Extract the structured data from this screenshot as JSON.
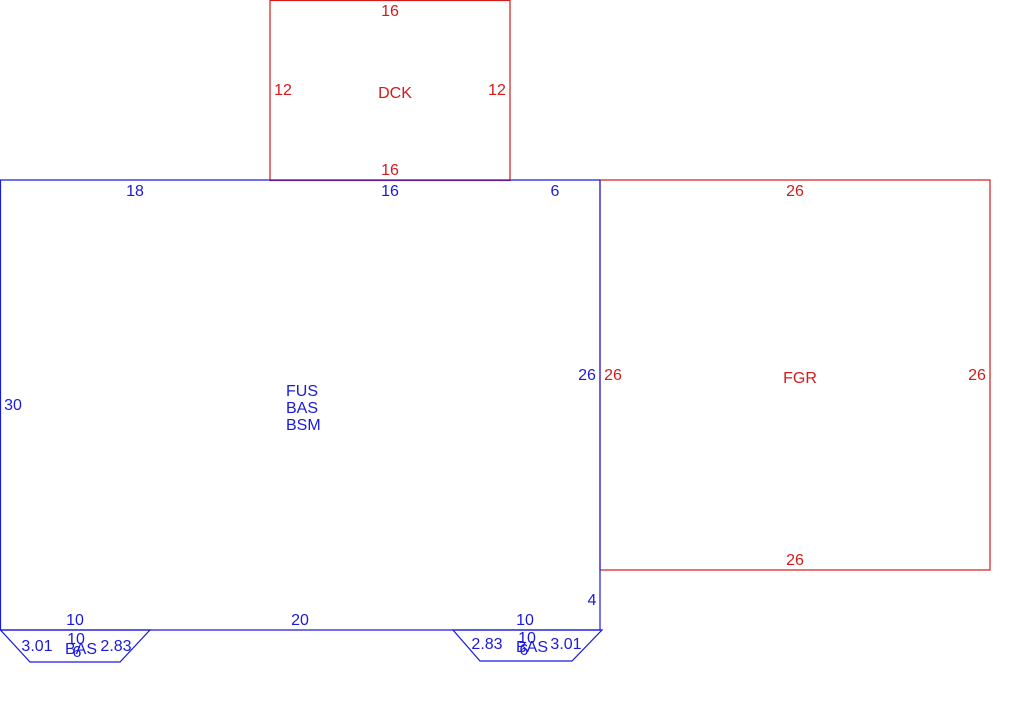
{
  "colors": {
    "main": "#1a1adb",
    "aux": "#d41a1a",
    "background": "#ffffff"
  },
  "deck": {
    "name": "DCK",
    "top": "16",
    "left": "12",
    "right": "12",
    "bottom": "16"
  },
  "main_area": {
    "names": [
      "FUS",
      "BAS",
      "BSM"
    ],
    "top_left": "18",
    "top_mid": "16",
    "top_right": "6",
    "left": "30",
    "right": "26",
    "bottom_left": "10",
    "bottom_mid": "20",
    "bottom_right": "10",
    "notch": "4"
  },
  "garage": {
    "name": "FGR",
    "top": "26",
    "left": "26",
    "right": "26",
    "bottom": "26"
  },
  "bay_left": {
    "name": "BAS",
    "top": "10",
    "left_side": "3.01",
    "right_side": "2.83",
    "bottom": "6"
  },
  "bay_right": {
    "name": "BAS",
    "top": "10",
    "left_side": "2.83",
    "right_side": "3.01",
    "bottom": "6"
  }
}
